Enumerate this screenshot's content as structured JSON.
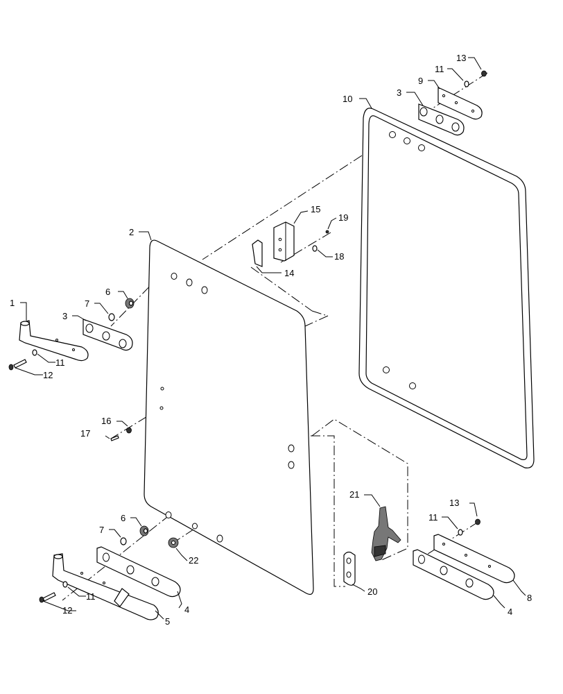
{
  "callouts": {
    "c1": "1",
    "c2": "2",
    "c3a": "3",
    "c3b": "3",
    "c4a": "4",
    "c4b": "4",
    "c5": "5",
    "c6a": "6",
    "c6b": "6",
    "c7a": "7",
    "c7b": "7",
    "c8": "8",
    "c9": "9",
    "c10": "10",
    "c11a": "11",
    "c11b": "11",
    "c11c": "11",
    "c11d": "11",
    "c12a": "12",
    "c12b": "12",
    "c13a": "13",
    "c13b": "13",
    "c14": "14",
    "c15": "15",
    "c16": "16",
    "c17": "17",
    "c18": "18",
    "c19": "19",
    "c20": "20",
    "c21": "21",
    "c22": "22"
  }
}
